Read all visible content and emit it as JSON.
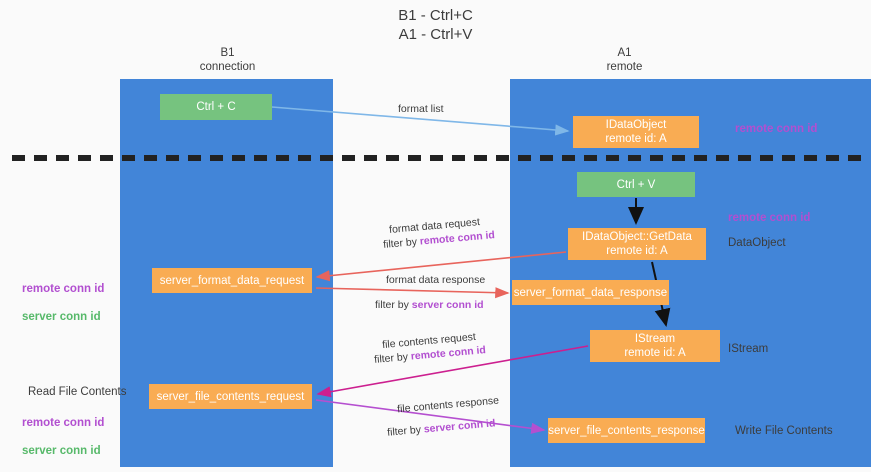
{
  "title": "B1 - Ctrl+C\nA1 - Ctrl+V",
  "lanes": [
    {
      "name": "b1",
      "header": "B1\nconnection"
    },
    {
      "name": "a1",
      "header": "A1\nremote"
    }
  ],
  "nodes": {
    "ctrl_c": "Ctrl + C",
    "idataobject": "IDataObject\nremote id: A",
    "ctrl_v": "Ctrl + V",
    "getdata": "IDataObject::GetData\nremote id: A",
    "server_format_data_request": "server_format_data_request",
    "server_format_data_response": "server_format_data_response",
    "istream": "IStream\nremote id: A",
    "server_file_contents_request": "server_file_contents_request",
    "server_file_contents_response": "server_file_contents_response"
  },
  "connector_labels": {
    "format_list": "format list",
    "format_data_request": "format data request",
    "format_data_request_filter_prefix": "filter by ",
    "format_data_request_filter_value": "remote conn id",
    "format_data_response": "format data response",
    "format_data_response_filter_prefix": "filter by ",
    "format_data_response_filter_value": "server conn id",
    "file_contents_request": "file contents request",
    "file_contents_request_filter_prefix": "filter by ",
    "file_contents_request_filter_value": "remote conn id",
    "file_contents_response": "file contents response",
    "file_contents_response_filter_prefix": "filter by ",
    "file_contents_response_filter_value": "server conn id"
  },
  "annotations": {
    "remote_conn_id_top": "remote conn id",
    "remote_conn_id_mid": "remote conn id",
    "dataobject": "DataObject",
    "istream": "IStream",
    "write_file_contents": "Write File Contents",
    "read_file_contents": "Read File Contents",
    "left_remote_conn_id": "remote conn id",
    "left_server_conn_id": "server conn id",
    "left_remote_conn_id_2": "remote conn id",
    "left_server_conn_id_2": "server conn id"
  },
  "colors": {
    "lane": "#4285d8",
    "green_node": "#76c37f",
    "orange_node": "#f9ac53",
    "purple_text": "#b24fd0",
    "green_text": "#57b96a",
    "blue_arrow": "#7fb7e8",
    "red_arrow": "#e8645c",
    "black_arrow": "#111111",
    "magenta_arrow": "#cc1f8f",
    "orchid_arrow": "#b54fd0",
    "background": "#fafafa"
  }
}
